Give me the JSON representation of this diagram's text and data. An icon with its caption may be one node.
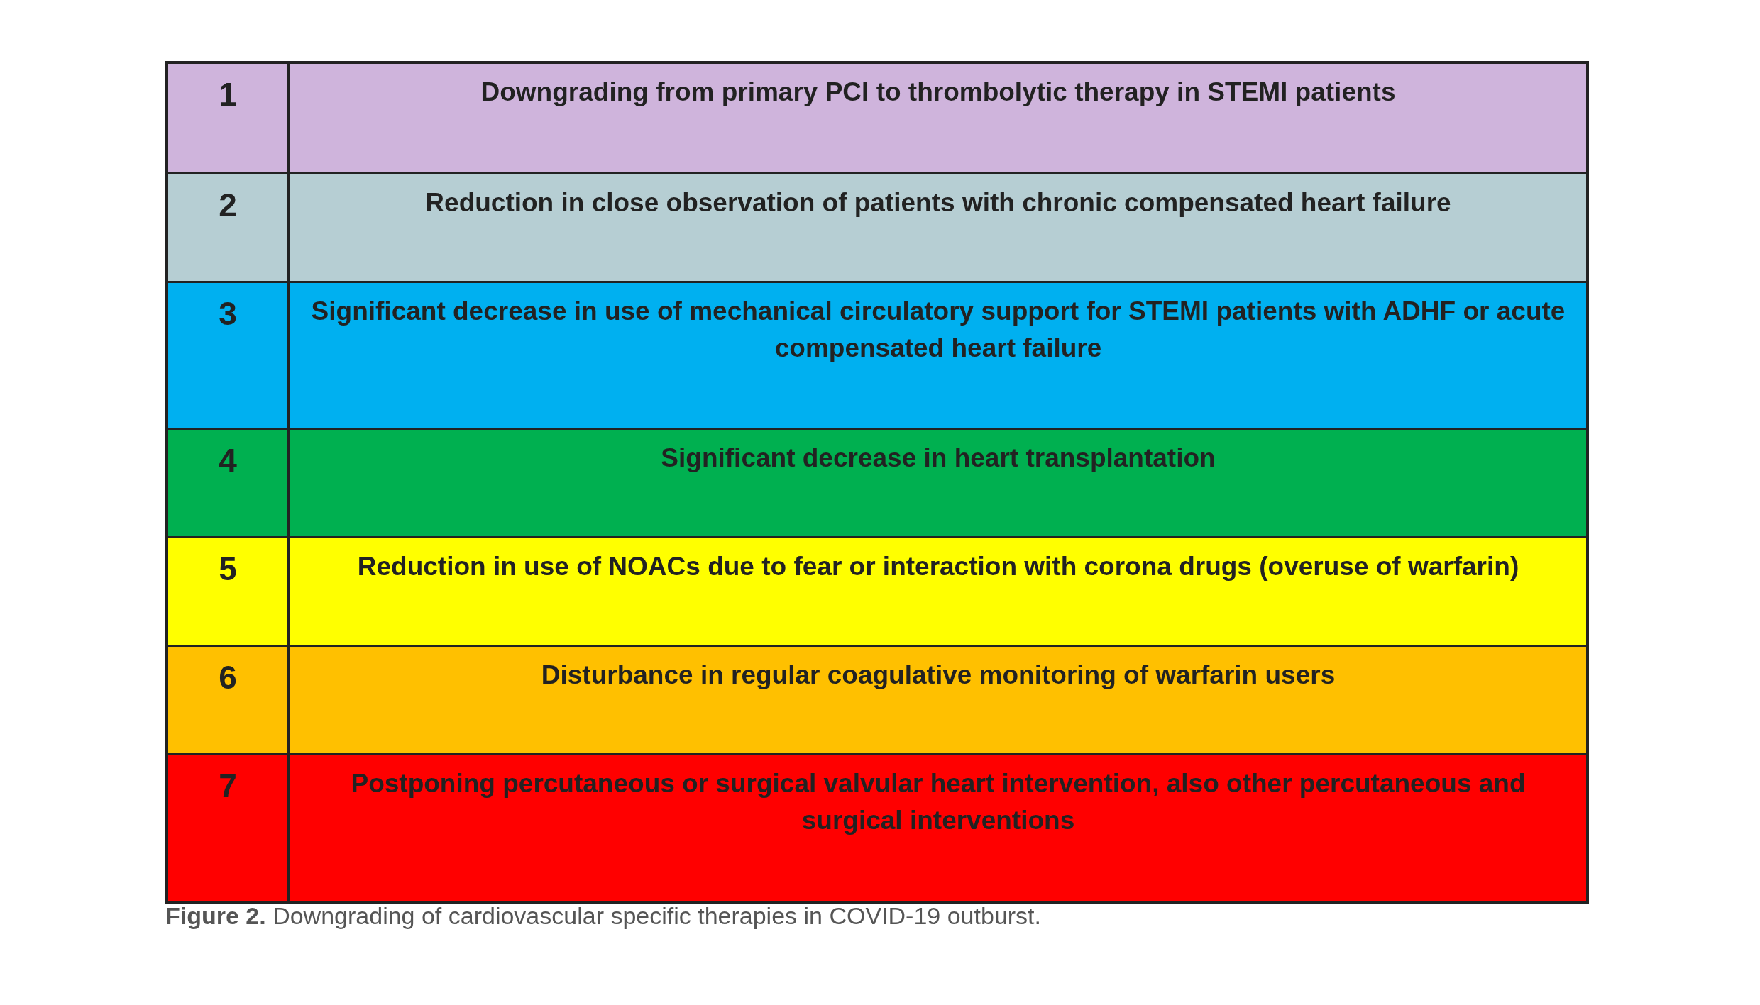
{
  "diagram": {
    "caption": "**Figure 2.** Downgrading of cardiovascular specific therapies in COVID-19 outburst.",
    "labels": [
      "1",
      "Downgrading from primary PCI to thrombolytic therapy in STEMI patients",
      "2",
      "Reduction in close observation of patients with chronic compensated heart failure",
      "3",
      "Significant decrease in use of mechanical circulatory support for STEMI patients with ADHF or acute compensated heart failure",
      "4",
      "Significant decrease in heart transplantation",
      "5",
      "Reduction in use of NOACs due to fear or interaction with corona drugs (overuse of warfarin)",
      "6",
      "Disturbance in regular coagulative monitoring of warfarin users",
      "7",
      "Postponing percutaneous or surgical valvular heart intervention, also other percutaneous and surgical interventions"
    ]
  }
}
